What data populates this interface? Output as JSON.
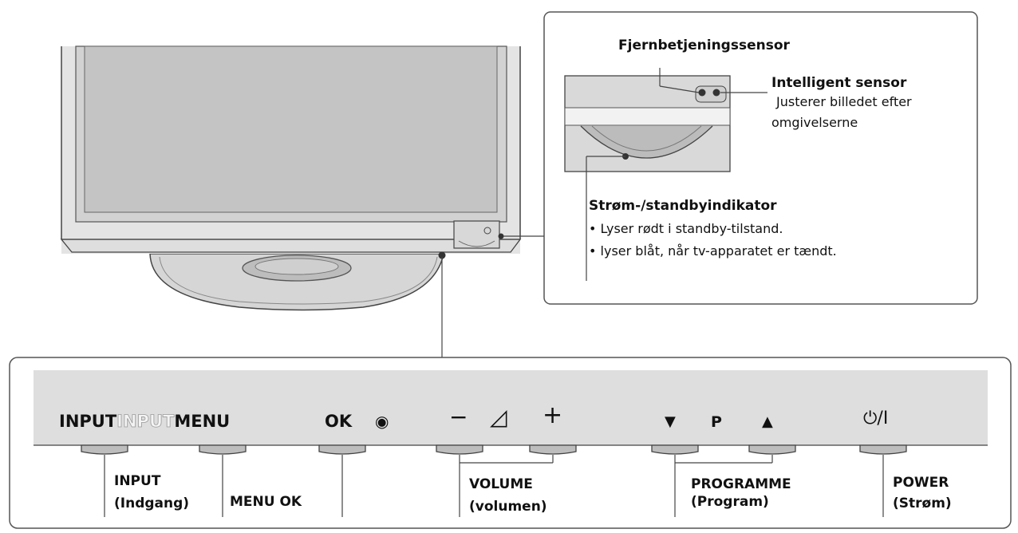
{
  "callout": {
    "remote_sensor": "Fjernbetjeningssensor",
    "intelligent_sensor": "Intelligent sensor",
    "intelligent_desc_1": "Justerer billedet efter",
    "intelligent_desc_2": "omgivelserne",
    "power_indicator_title": "Strøm-/standbyindikator",
    "power_indicator_bullets": [
      "• Lyser rødt i standby-tilstand.",
      "• lyser blåt, når tv-apparatet er tændt."
    ]
  },
  "panel": {
    "input_label": "INPUT",
    "input_ghost": "INPUT",
    "menu_label": "MENU",
    "ok_label": "OK",
    "ok_symbol": "◉",
    "vol_minus": "−",
    "vol_symbol": "◿",
    "vol_plus": "+",
    "prog_down": "▼",
    "prog_label": "P",
    "prog_up": "▲",
    "power_symbol": "⏻/I"
  },
  "labels": {
    "input_1": "INPUT",
    "input_2": "(Indgang)",
    "menu_ok": "MENU OK",
    "volume_1": "VOLUME",
    "volume_2": "(volumen)",
    "programme_1": "PROGRAMME",
    "programme_2": "(Program)",
    "power_1": "POWER",
    "power_2": "(Strøm)"
  }
}
